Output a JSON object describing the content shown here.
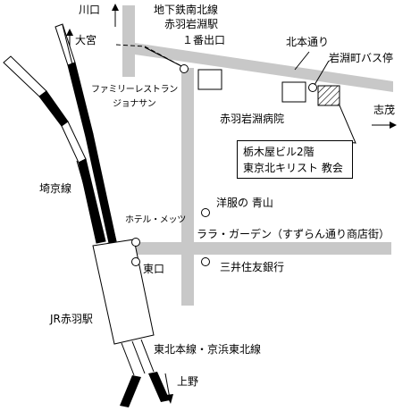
{
  "colors": {
    "road": "#c8c8c8",
    "rail": "#000000",
    "background": "#ffffff"
  },
  "labels": {
    "kawaguchi": "川口",
    "omiya": "大宮",
    "subway_line": "地下鉄南北線",
    "akabane_iwabuchi_station": "赤羽岩淵駅",
    "exit_1": "１番出口",
    "kitamoto_dori": "北本通り",
    "iwabuchicho_bus_stop": "岩淵町バス停",
    "shimo": "志茂",
    "family_restaurant": "ファミリーレストラン",
    "jonathan": "ジョナサン",
    "akabane_iwabuchi_hospital": "赤羽岩淵病院",
    "saikyo_line": "埼京線",
    "youfuku_aoyama": "洋服の 青山",
    "hotel_mets": "ホテル・メッツ",
    "lala_garden": "ララ・ガーデン（すずらん通り商店街）",
    "east_exit": "東口",
    "mitsui_sumitomo_bank": "三井住友銀行",
    "jr_akabane_station": "JR赤羽駅",
    "tohoku_keihin_line": "東北本線・京浜東北線",
    "ueno": "上野"
  },
  "destination": {
    "line1": "栃木屋ビル2階",
    "line2": "東京北キリスト 教会"
  },
  "icons": [
    "arrow-up-icon",
    "arrow-down-icon",
    "arrow-right-icon",
    "circle-marker-icon",
    "hatched-building-icon"
  ]
}
